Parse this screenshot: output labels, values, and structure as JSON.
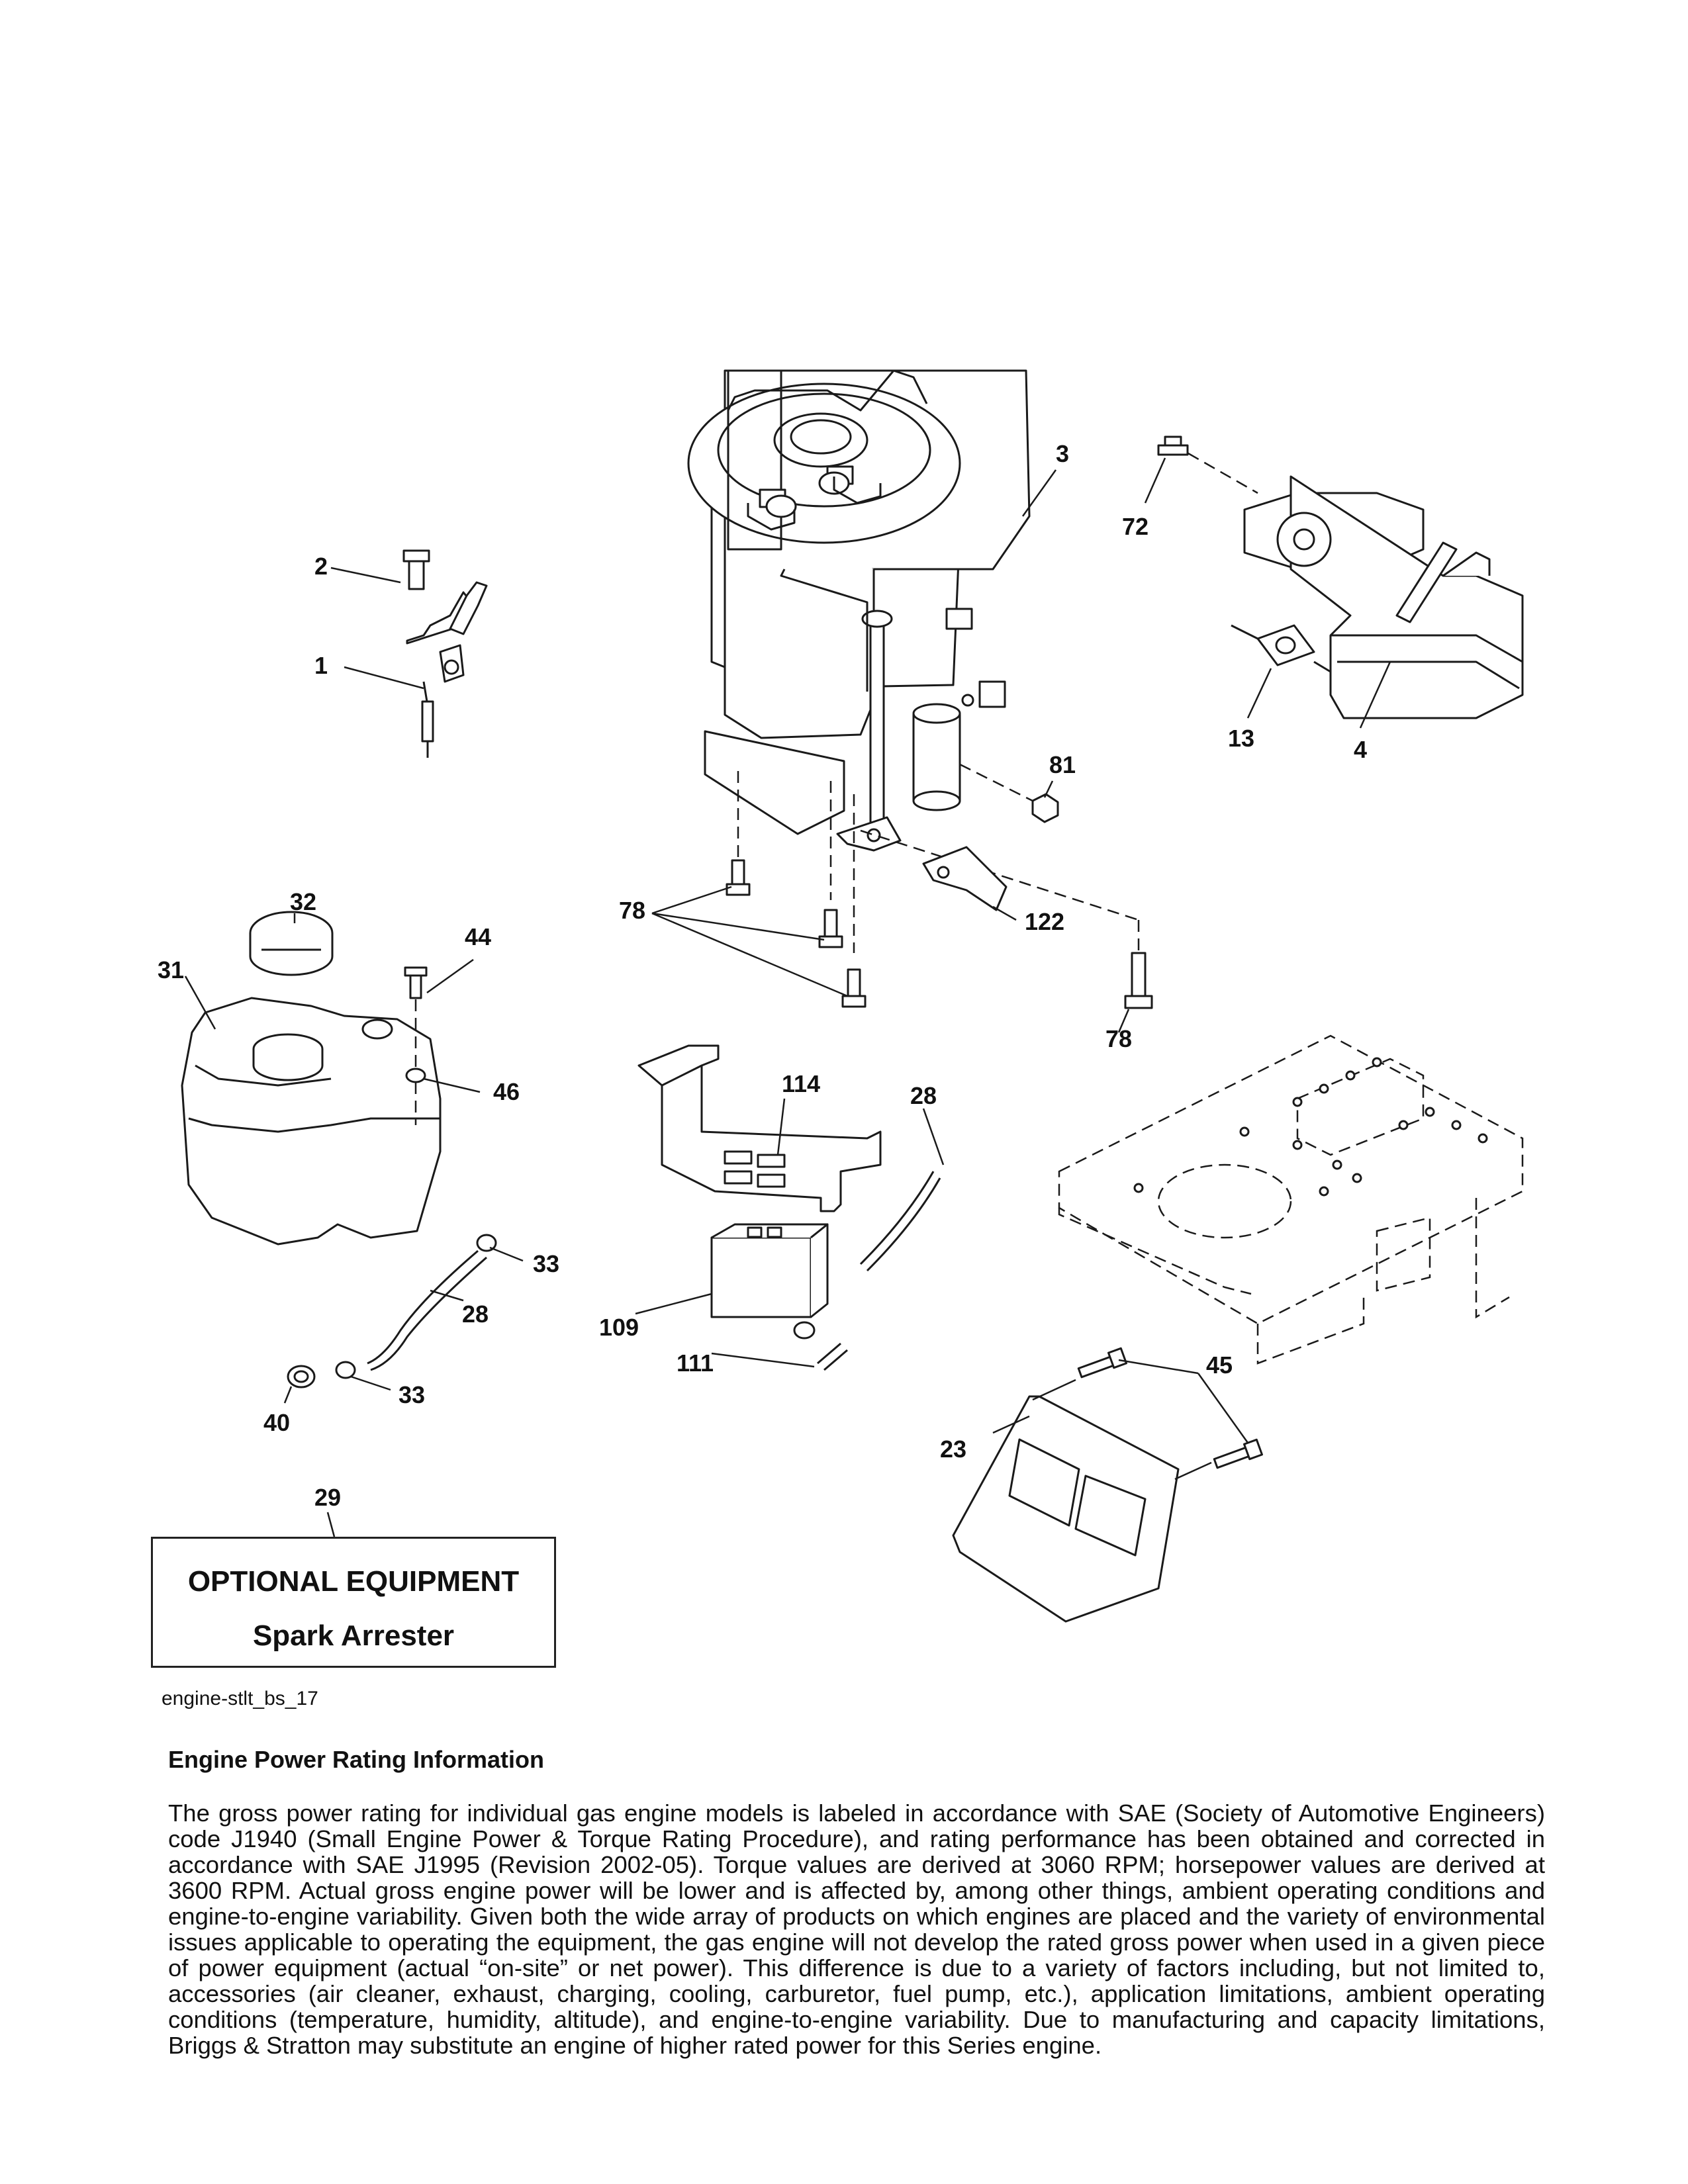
{
  "diagram": {
    "callouts": [
      {
        "id": "callout-1",
        "text": "1"
      },
      {
        "id": "callout-2",
        "text": "2"
      },
      {
        "id": "callout-3",
        "text": "3"
      },
      {
        "id": "callout-4",
        "text": "4"
      },
      {
        "id": "callout-13",
        "text": "13"
      },
      {
        "id": "callout-23",
        "text": "23"
      },
      {
        "id": "callout-28a",
        "text": "28"
      },
      {
        "id": "callout-28b",
        "text": "28"
      },
      {
        "id": "callout-29",
        "text": "29"
      },
      {
        "id": "callout-31",
        "text": "31"
      },
      {
        "id": "callout-32",
        "text": "32"
      },
      {
        "id": "callout-33a",
        "text": "33"
      },
      {
        "id": "callout-33b",
        "text": "33"
      },
      {
        "id": "callout-40",
        "text": "40"
      },
      {
        "id": "callout-44",
        "text": "44"
      },
      {
        "id": "callout-45",
        "text": "45"
      },
      {
        "id": "callout-46",
        "text": "46"
      },
      {
        "id": "callout-72",
        "text": "72"
      },
      {
        "id": "callout-78a",
        "text": "78"
      },
      {
        "id": "callout-78b",
        "text": "78"
      },
      {
        "id": "callout-81",
        "text": "81"
      },
      {
        "id": "callout-109",
        "text": "109"
      },
      {
        "id": "callout-111",
        "text": "111"
      },
      {
        "id": "callout-114",
        "text": "114"
      },
      {
        "id": "callout-122",
        "text": "122"
      }
    ]
  },
  "optional_equipment": {
    "title": "OPTIONAL EQUIPMENT",
    "item": "Spark Arrester"
  },
  "figure_id": "engine-stlt_bs_17",
  "rating_info": {
    "heading": "Engine Power Rating Information",
    "body": "The gross power rating for individual gas engine models is labeled in accordance with SAE (Society of Automotive Engineers) code J1940 (Small Engine Power & Torque Rating Procedure), and rating performance has been obtained and corrected in accordance with SAE J1995 (Revision 2002-05). Torque values are derived at 3060 RPM; horsepower values are derived at 3600 RPM. Actual gross engine power will be lower and is affected by, among other things, ambient operating conditions and engine-to-engine variability. Given both the wide array of products on which engines are placed and the variety of environmental issues applicable to operating the equipment, the gas engine will not develop the rated gross power when used in a given piece of power equipment (actual “on-site” or net power). This difference is due to a variety of factors including, but not limited to, accessories (air cleaner, exhaust, charging, cooling, carburetor, fuel pump, etc.), application limitations, ambient operating conditions (temperature, humidity, altitude), and engine-to-engine variability. Due to manufacturing and capacity limitations, Briggs & Stratton may substitute an engine of higher rated power for this Series engine."
  }
}
